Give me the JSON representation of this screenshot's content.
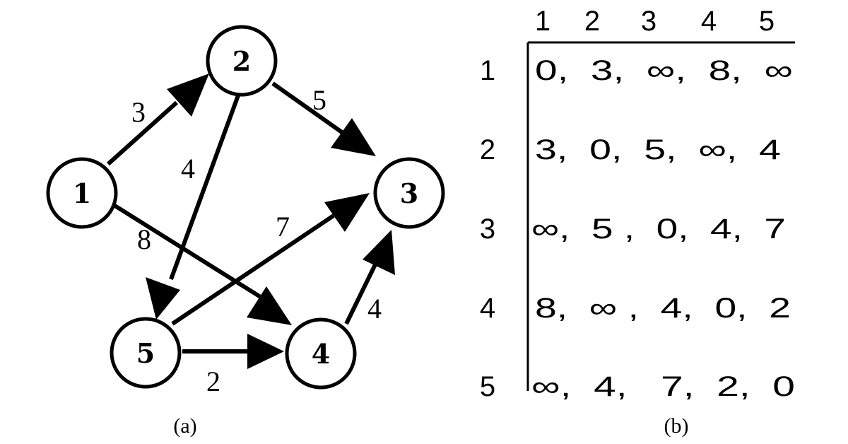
{
  "graph": {
    "caption": "(a)",
    "nodes": [
      {
        "id": "1",
        "label": "1"
      },
      {
        "id": "2",
        "label": "2"
      },
      {
        "id": "3",
        "label": "3"
      },
      {
        "id": "4",
        "label": "4"
      },
      {
        "id": "5",
        "label": "5"
      }
    ],
    "edges": [
      {
        "from": "1",
        "to": "2",
        "weight": "3"
      },
      {
        "from": "2",
        "to": "3",
        "weight": "5"
      },
      {
        "from": "2",
        "to": "5",
        "weight": "4"
      },
      {
        "from": "1",
        "to": "4",
        "weight": "8"
      },
      {
        "from": "5",
        "to": "3",
        "weight": "7"
      },
      {
        "from": "4",
        "to": "3",
        "weight": "4"
      },
      {
        "from": "5",
        "to": "4",
        "weight": "2"
      }
    ]
  },
  "matrix": {
    "caption": "(b)",
    "column_headers": [
      "1",
      "2",
      "3",
      "4",
      "5"
    ],
    "row_headers": [
      "1",
      "2",
      "3",
      "4",
      "5"
    ],
    "rows": [
      "0,  3,  ∞,  8,  ∞",
      "3,  0,  5,  ∞,  4",
      "∞,  5 ,  0,  4,  7",
      "8,  ∞ ,  4,  0,  2",
      "∞,  4,   7,  2,  0"
    ]
  }
}
